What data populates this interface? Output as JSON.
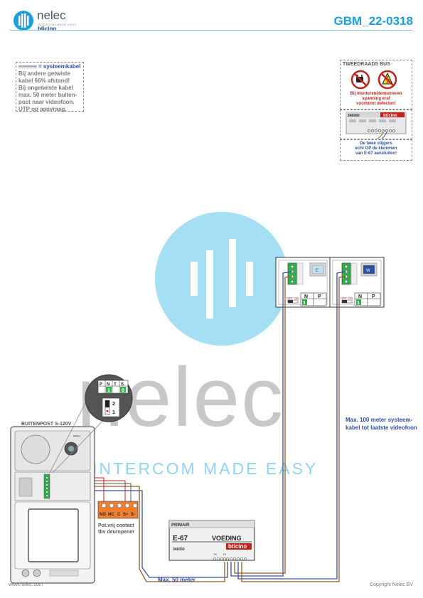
{
  "header": {
    "brand": "nelec",
    "brand_tagline": "INTERCOM MADE EASY",
    "sub_brand": "bticino",
    "doc_code": "GBM_22-0318"
  },
  "cable_note": {
    "legend": "= systeemkabel",
    "lines": [
      "Bij andere getwiste",
      "kabel 66% afstand!",
      "Bij ongetwiste kabel",
      "max. 50 meter buiten-",
      "post naar videofoon.",
      "UTP op aanvraag."
    ]
  },
  "bus_box": {
    "title": "TWEEDRAADS BUS",
    "warning": [
      "Bij monteren/demonteren",
      "spanning eraf",
      "voorkomt defecten!"
    ],
    "module_code": "346050",
    "module_brand": "bticino",
    "info": [
      "De twee stijgers",
      "echt OP de klemmen",
      "van E-67 aansluiten!"
    ]
  },
  "watermark": {
    "word": "nelec",
    "tagline": "INTERCOM MADE EASY"
  },
  "door_station": {
    "title": "BUITENPOST S-120V",
    "brand": "bticino",
    "terminals": [
      "NO",
      "NC",
      "C",
      "S+",
      "S-"
    ],
    "contact_note": [
      "Pot.vrij contact",
      "tbv deuropener"
    ],
    "zoom_terminals": [
      "P",
      "N",
      "T",
      "S"
    ],
    "zoom_values": [
      "",
      "1",
      "",
      "0"
    ],
    "zoom_switch": [
      "2",
      "1"
    ]
  },
  "monitors": [
    {
      "id": "mon-1",
      "screen": "E",
      "terminals": [
        "N",
        "P"
      ],
      "value": "1",
      "switch_label": "OFF ON"
    },
    {
      "id": "mon-2",
      "screen": "W",
      "terminals": [
        "N",
        "P"
      ],
      "value": "1",
      "switch_label": "OFF ON"
    }
  ],
  "power_supply": {
    "primary": "PRIMAIR",
    "model": "E-67",
    "function": "VOEDING",
    "code": "346050",
    "brand": "bticino",
    "terminal_labels": [
      "TK",
      "PI"
    ]
  },
  "labels": {
    "max_system_cable": [
      "Max. 100 meter systeem-",
      "kabel tot laatste videofoon"
    ],
    "max_50": "Max. 50 meter"
  },
  "footer": {
    "website": "www.nelec.com",
    "copyright": "Copyright Nelec BV"
  },
  "colors": {
    "brand_blue": "#1aa0dc",
    "cable_blue": "#3a4fa8",
    "cable_brown": "#9c5a1e",
    "cable_red": "#c4231b",
    "terminal_orange": "#f08030",
    "terminal_green": "#2db34a",
    "warning_red": "#c4231b"
  }
}
